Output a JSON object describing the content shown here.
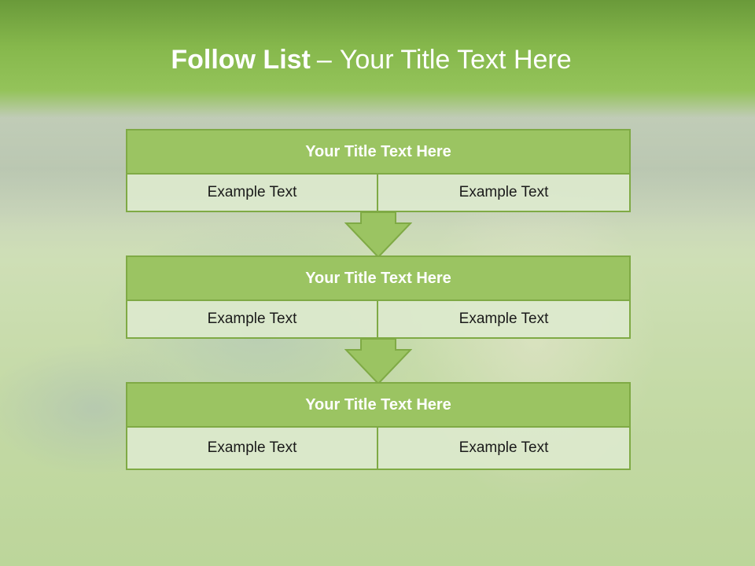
{
  "header": {
    "title_bold": "Follow List",
    "title_sep": "–",
    "title_rest": "Your Title Text Here"
  },
  "blocks": [
    {
      "title": "Your Title Text Here",
      "cells": [
        "Example Text",
        "Example Text"
      ]
    },
    {
      "title": "Your Title Text Here",
      "cells": [
        "Example Text",
        "Example Text"
      ]
    },
    {
      "title": "Your Title Text Here",
      "cells": [
        "Example Text",
        "Example Text"
      ]
    }
  ],
  "colors": {
    "header_green": "#86b84c",
    "block_title_green": "#9bc462",
    "border_green": "#7faa45",
    "cell_bg": "#dce9cd"
  },
  "icons": [
    "down-arrow-icon"
  ]
}
